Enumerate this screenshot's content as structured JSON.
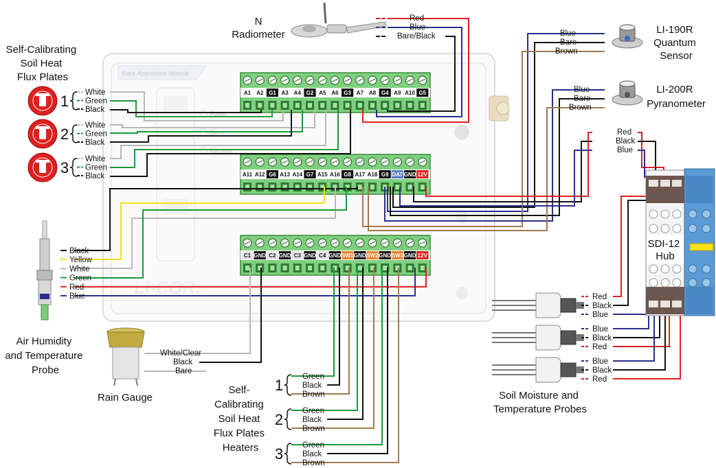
{
  "colors": {
    "red": "#e02020",
    "blue": "#2b2e8c",
    "green": "#1a9a3c",
    "black": "#111111",
    "white_wire": "#b8b8b8",
    "yellow": "#f2e21a",
    "brown": "#a07a4e",
    "terminal_green": "#7fd07f",
    "hub_brown": "#6e5650",
    "hub_blue": "#5b9bd5"
  },
  "enclosure": {
    "title": "Data Acquisition Module",
    "logo": "LI-COR."
  },
  "terminal_blocks": {
    "top": [
      "A1",
      "A2",
      "G1",
      "A3",
      "A4",
      "G2",
      "A5",
      "A6",
      "G3",
      "A7",
      "A8",
      "G4",
      "A9",
      "A10",
      "G5"
    ],
    "middle": [
      "A11",
      "A12",
      "G6",
      "A13",
      "A14",
      "G7",
      "A15",
      "A16",
      "G8",
      "A17",
      "A18",
      "G9",
      "DAT",
      "GND",
      "12V"
    ],
    "bottom": [
      "C1",
      "GND",
      "C2",
      "GND",
      "C3",
      "GND",
      "C4",
      "GND",
      "SW1",
      "GND",
      "SW2",
      "GND",
      "SW3",
      "GND",
      "12V"
    ]
  },
  "status_leds": [
    "Power",
    "Send",
    "Receive"
  ],
  "devices": {
    "net_radiometer": {
      "label": "Net\nRadiometer",
      "wires": [
        "Red",
        "Blue",
        "Bare/Black"
      ]
    },
    "flux_plates": {
      "label": "Self-Calibrating\nSoil Heat\nFlux Plates",
      "numbers": [
        "1",
        "2",
        "3"
      ],
      "wires": [
        "White",
        "Green",
        "Black"
      ]
    },
    "air_probe": {
      "label": "Air Humidity\nand Temperature\nProbe",
      "wires": [
        "Black",
        "Yellow",
        "White",
        "Green",
        "Red",
        "Blue"
      ]
    },
    "rain_gauge": {
      "label": "Rain Gauge",
      "wires": [
        "White/Clear",
        "Black",
        "Bare"
      ]
    },
    "heaters": {
      "label": "Self-\nCalibrating\nSoil Heat\nFlux Plates\nHeaters",
      "numbers": [
        "1",
        "2",
        "3"
      ],
      "wires": [
        "Green",
        "Black",
        "Brown"
      ]
    },
    "li190r": {
      "label": "LI-190R\nQuantum\nSensor",
      "wires": [
        "Blue",
        "Bare",
        "Brown"
      ]
    },
    "li200r": {
      "label": "LI-200R\nPyranometer",
      "wires": [
        "Blue",
        "Bare",
        "Brown"
      ]
    },
    "hub": {
      "label": "SDI-12\nHub",
      "wires": [
        "Red",
        "Black",
        "Blue"
      ]
    },
    "soil_probes": {
      "label": "Soil Moisture and\nTemperature Probes",
      "wires": [
        [
          "Red",
          "Black",
          "Blue"
        ],
        [
          "Blue",
          "Black",
          "Red"
        ],
        [
          "Blue",
          "Black",
          "Red"
        ]
      ]
    }
  }
}
